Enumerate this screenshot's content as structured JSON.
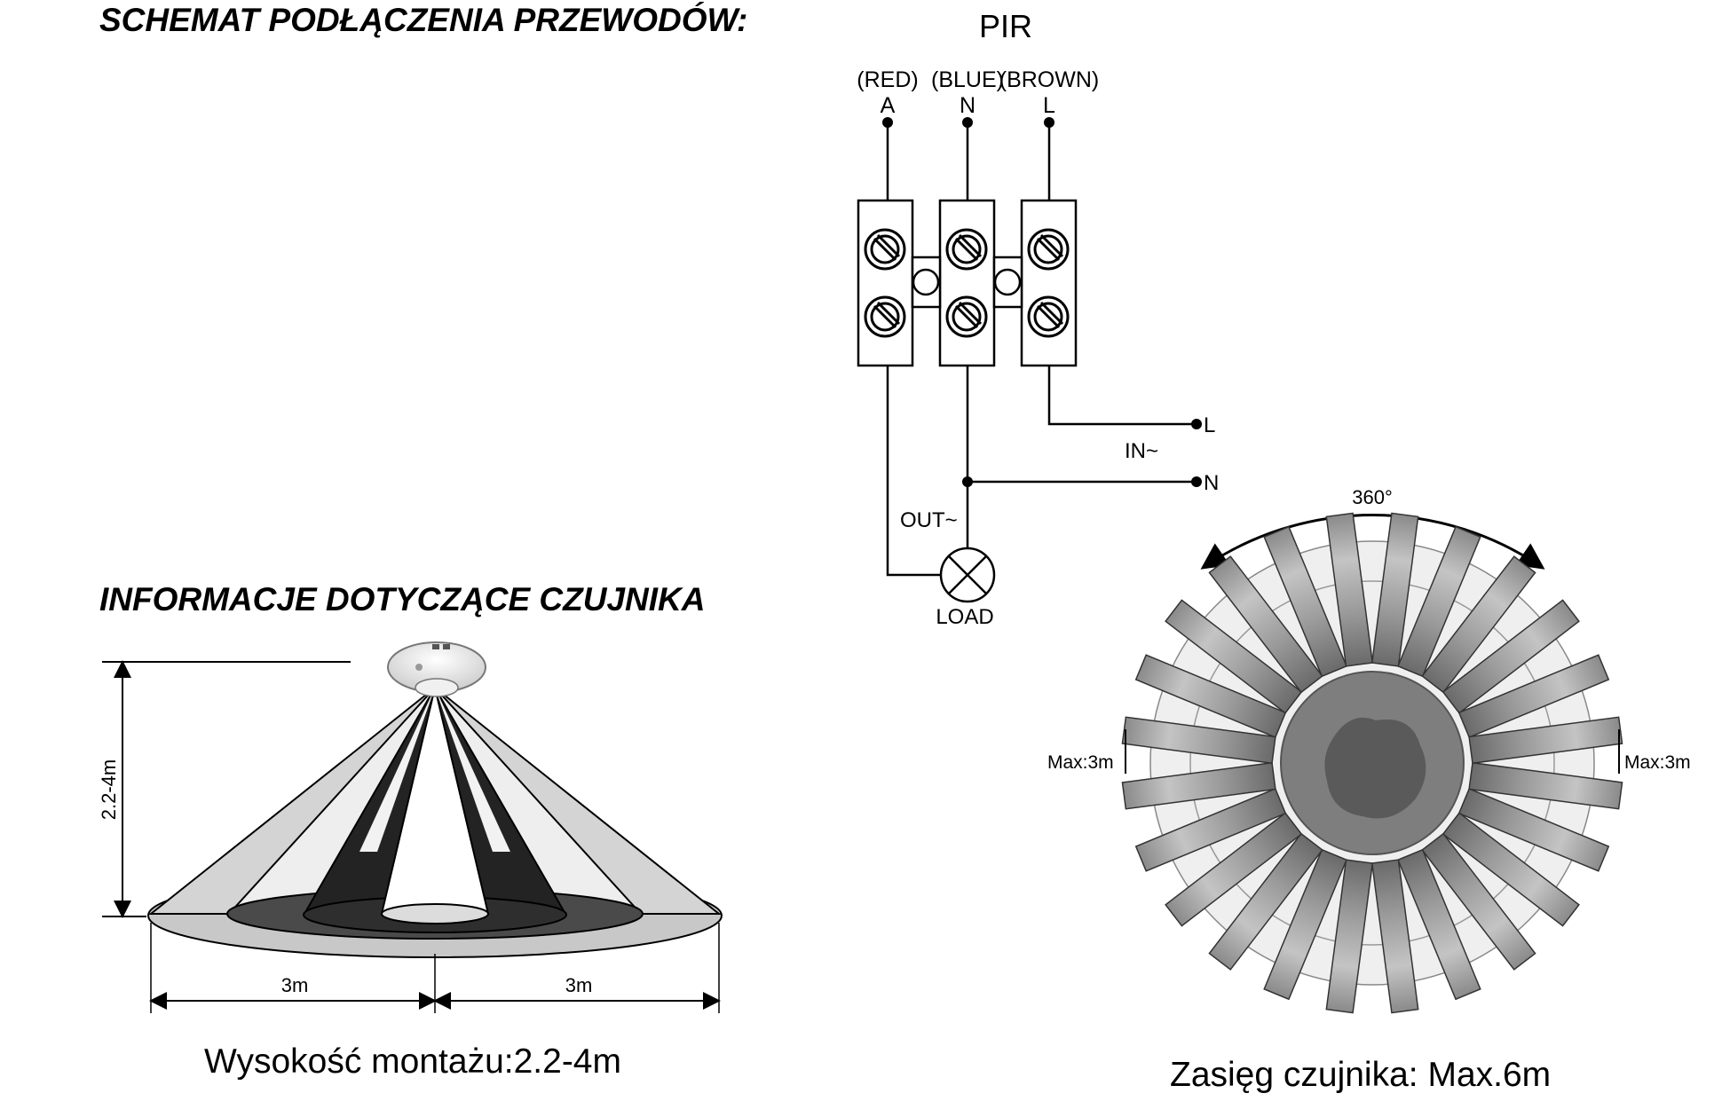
{
  "headings": {
    "wiring": "SCHEMAT PODŁĄCZENIA PRZEWODÓW:",
    "sensor_info": "INFORMACJE DOTYCZĄCE CZUJNIKA"
  },
  "wiring_diagram": {
    "device": "PIR",
    "terminals": [
      {
        "color": "(RED)",
        "letter": "A"
      },
      {
        "color": "(BLUE)",
        "letter": "N"
      },
      {
        "color": "(BROWN)",
        "letter": "L"
      }
    ],
    "line_label": "L",
    "input_label": "IN~",
    "neutral_label": "N",
    "output_label": "OUT~",
    "load_label": "LOAD"
  },
  "side_view": {
    "height_range": "2.2-4m",
    "left_radius": "3m",
    "right_radius": "3m",
    "caption": "Wysokość montażu:2.2-4m"
  },
  "top_view": {
    "angle": "360°",
    "left_max": "Max:3m",
    "right_max": "Max:3m",
    "caption": "Zasięg czujnika: Max.6m"
  }
}
